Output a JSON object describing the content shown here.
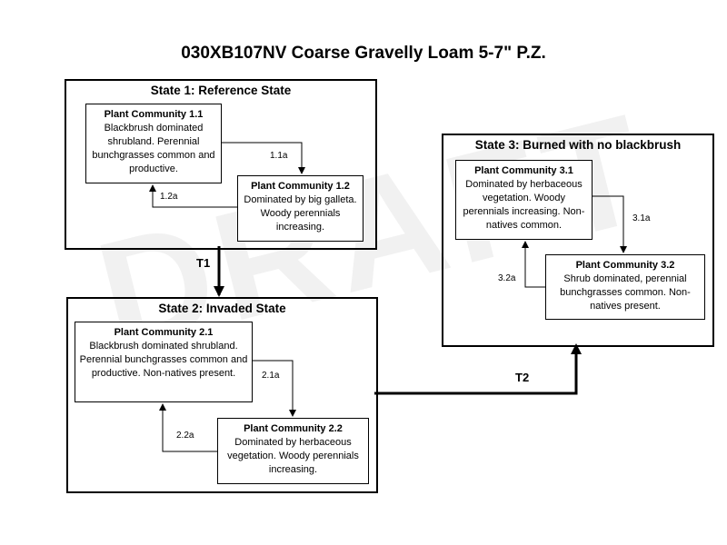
{
  "title": "030XB107NV Coarse Gravelly Loam 5-7\" P.Z.",
  "watermark": "DRAFT",
  "states": {
    "s1": {
      "title": "State 1: Reference State"
    },
    "s2": {
      "title": "State 2: Invaded State"
    },
    "s3": {
      "title": "State 3: Burned with no blackbrush"
    }
  },
  "communities": {
    "pc11": {
      "title": "Plant Community 1.1",
      "text": "Blackbrush dominated shrubland. Perennial bunchgrasses common and productive."
    },
    "pc12": {
      "title": "Plant Community 1.2",
      "text": "Dominated by big galleta. Woody perennials increasing."
    },
    "pc21": {
      "title": "Plant Community 2.1",
      "text": "Blackbrush dominated shrubland. Perennial bunchgrasses common and productive. Non-natives present."
    },
    "pc22": {
      "title": "Plant Community 2.2",
      "text": "Dominated by herbaceous vegetation. Woody perennials increasing."
    },
    "pc31": {
      "title": "Plant Community 3.1",
      "text": "Dominated by herbaceous vegetation. Woody perennials increasing. Non-natives common."
    },
    "pc32": {
      "title": "Plant Community 3.2",
      "text": "Shrub dominated, perennial bunchgrasses common. Non-natives present."
    }
  },
  "pathways": {
    "p11a": "1.1a",
    "p12a": "1.2a",
    "p21a": "2.1a",
    "p22a": "2.2a",
    "p31a": "3.1a",
    "p32a": "3.2a"
  },
  "transitions": {
    "t1": "T1",
    "t2": "T2"
  }
}
